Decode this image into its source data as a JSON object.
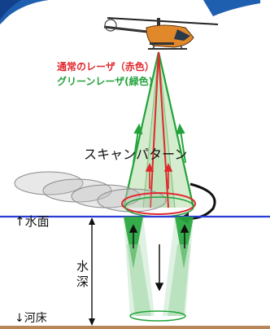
{
  "legend": {
    "normal_laser": "通常のレーザ（赤色）",
    "green_laser": "グリーンレーザ(緑色)"
  },
  "labels": {
    "scan_pattern": "スキャンパターン",
    "water_surface": "↑水面",
    "water_depth": "水深",
    "river_bed": "↓河床"
  },
  "colors": {
    "red_laser": "#e0282d",
    "green_laser": "#22a33a",
    "water_line": "#2b3bd6",
    "river_bed": "#b8865a",
    "helicopter": "#e0882a",
    "frame_corner": "#1f5fb0"
  },
  "icons": {
    "aircraft": "helicopter-icon"
  }
}
